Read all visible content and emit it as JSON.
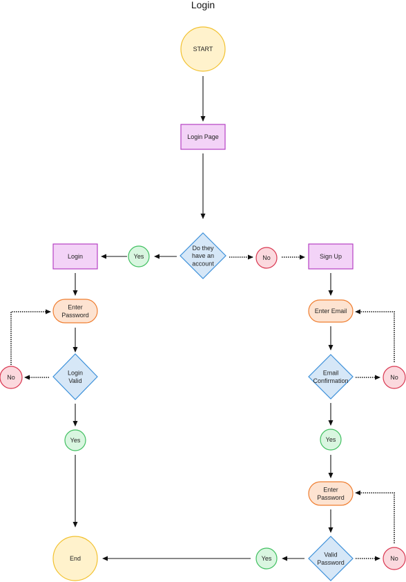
{
  "title": "Login",
  "colors": {
    "terminal_fill": "#fff2cc",
    "terminal_stroke": "#f2c12e",
    "process_fill": "#f3d3f7",
    "process_stroke": "#b53fc3",
    "input_fill": "#fde3d1",
    "input_stroke": "#ef7d2f",
    "decision_fill": "#d6e7f7",
    "decision_stroke": "#3a8fd9",
    "yes_fill": "#d9f6e0",
    "yes_stroke": "#3fbf5f",
    "no_fill": "#fbd9de",
    "no_stroke": "#d93650",
    "edge": "#111111"
  },
  "nodes": {
    "start": "START",
    "login_page": "Login Page",
    "has_account": [
      "Do they",
      "have an",
      "account"
    ],
    "yes_account": "Yes",
    "no_account": "No",
    "login": "Login",
    "sign_up": "Sign Up",
    "enter_password_left": [
      "Enter",
      "Password"
    ],
    "enter_email": "Enter Email",
    "login_valid": [
      "Login",
      "Valid"
    ],
    "no_login": "No",
    "email_confirmation": [
      "Email",
      "Confirmation"
    ],
    "no_email": "No",
    "yes_login": "Yes",
    "yes_email": "Yes",
    "enter_password_right": [
      "Enter",
      "Password"
    ],
    "valid_password": [
      "Valid",
      "Password"
    ],
    "yes_password": "Yes",
    "no_password": "No",
    "end": "End"
  }
}
